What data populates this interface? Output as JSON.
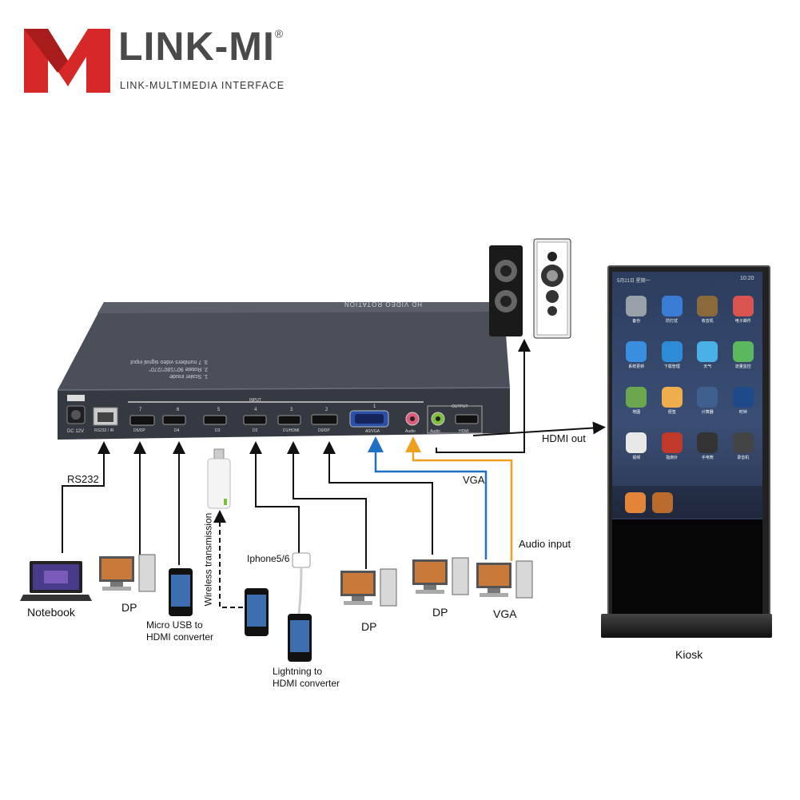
{
  "brand": {
    "name": "LINK-MI",
    "registered": "®",
    "tagline": "LINK-MULTIMEDIA INTERFACE"
  },
  "device": {
    "top_title": "HD VIDEO ROTATION",
    "features": [
      "1. Scaler inside",
      "2. Rotate 90°/180°/270°",
      "3. 7 numbers video signal input"
    ],
    "power_label": "DC 12V",
    "input_section_label": "INPUT",
    "output_section_label": "OUTPUT",
    "ports": [
      {
        "number": "",
        "label": "RS232 / IR"
      },
      {
        "number": "7",
        "label": "D5/DP"
      },
      {
        "number": "6",
        "label": "D4"
      },
      {
        "number": "5",
        "label": "D3"
      },
      {
        "number": "4",
        "label": "D2"
      },
      {
        "number": "3",
        "label": "D1/HDMI"
      },
      {
        "number": "2",
        "label": "D0/DP"
      },
      {
        "number": "1",
        "label": "A0/VGA"
      },
      {
        "number": "",
        "label": "Audio"
      },
      {
        "number": "",
        "label": "Audio"
      },
      {
        "number": "",
        "label": "HDMI"
      }
    ]
  },
  "connections": {
    "rs232": "RS232",
    "vga": "VGA",
    "hdmi_out": "HDMI out",
    "audio_input": "Audio input",
    "wireless": "Wireless transmission",
    "iphone": "Iphone5/6"
  },
  "devices": {
    "notebook": "Notebook",
    "dp_1": "DP",
    "micro_usb_1": "Micro USB to",
    "micro_usb_2": "HDMI converter",
    "lightning_1": "Lightning to",
    "lightning_2": "HDMI converter",
    "dp_2": "DP",
    "dp_3": "DP",
    "vga": "VGA",
    "kiosk": "Kiosk"
  },
  "kiosk_screen": {
    "status_left": "5月21日 星期一",
    "status_right": "10:20",
    "apps": [
      "备份",
      "防打扰",
      "收音机",
      "电子邮件",
      "系统更新",
      "下载管理",
      "天气",
      "流量监控",
      "地图",
      "便签",
      "计算器",
      "时钟",
      "视频",
      "指南针",
      "手电筒",
      "录音机"
    ]
  },
  "colors": {
    "logo_red": "#d62828",
    "device_body": "#3a3e47",
    "vga_cable": "#1f6fc2",
    "audio_cable": "#f0a020",
    "line": "#111111"
  }
}
